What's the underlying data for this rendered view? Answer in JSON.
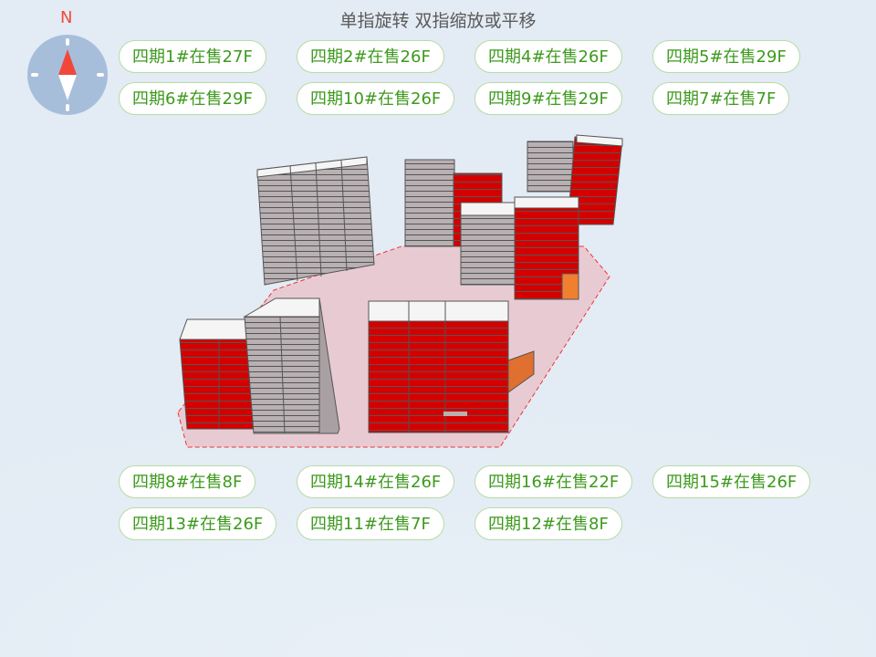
{
  "header": {
    "hint": "单指旋转 双指缩放或平移"
  },
  "compass": {
    "north_label": "N",
    "icon": "compass-icon"
  },
  "colors": {
    "on_sale": "#d40000",
    "sold": "#b8b0b2",
    "label_text": "#3d9a1d",
    "label_border": "#b7dba5",
    "ground": "#e8cbd2"
  },
  "labels": [
    {
      "id": "2",
      "text": "四期2#在售26F"
    },
    {
      "id": "1",
      "text": "四期1#在售27F"
    },
    {
      "id": "4",
      "text": "四期4#在售26F"
    },
    {
      "id": "5",
      "text": "四期5#在售29F"
    },
    {
      "id": "6",
      "text": "四期6#在售29F"
    },
    {
      "id": "10",
      "text": "四期10#在售26F"
    },
    {
      "id": "9",
      "text": "四期9#在售29F"
    },
    {
      "id": "7",
      "text": "四期7#在售7F"
    },
    {
      "id": "8",
      "text": "四期8#在售8F"
    },
    {
      "id": "14",
      "text": "四期14#在售26F"
    },
    {
      "id": "16",
      "text": "四期16#在售22F"
    },
    {
      "id": "15",
      "text": "四期15#在售26F"
    },
    {
      "id": "13",
      "text": "四期13#在售26F"
    },
    {
      "id": "11",
      "text": "四期11#在售7F"
    },
    {
      "id": "12",
      "text": "四期12#在售8F"
    }
  ]
}
